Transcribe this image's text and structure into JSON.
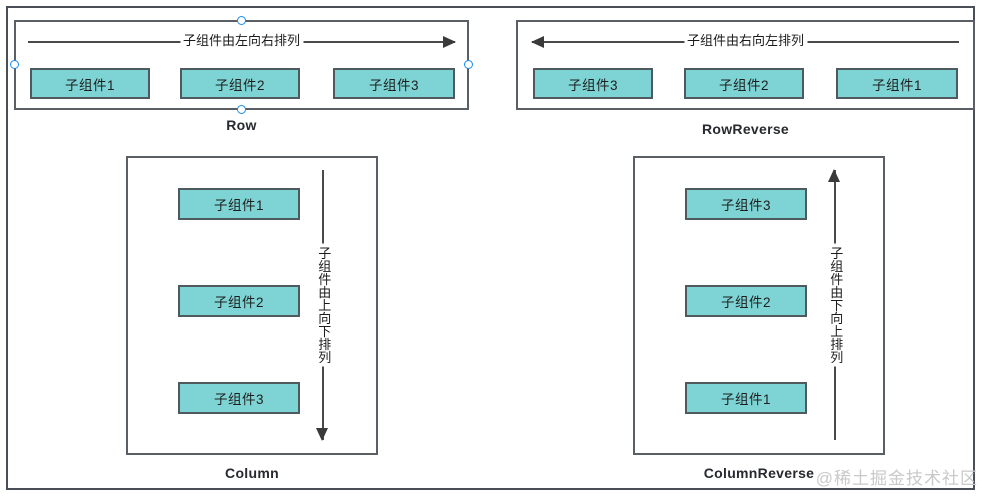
{
  "page": {
    "watermark": "@稀土掘金技术社区",
    "background": "#ffffff",
    "frame_color": "#4a4f57",
    "box_fill": "#7ed4d4",
    "box_border": "#4f5a5e",
    "handle_color": "#1b8cf0"
  },
  "sections": {
    "row": {
      "label": "Row",
      "caption": "子组件由左向右排列",
      "direction": "right",
      "boxes": [
        "子组件1",
        "子组件2",
        "子组件3"
      ]
    },
    "row_reverse": {
      "label": "RowReverse",
      "caption": "子组件由右向左排列",
      "direction": "left",
      "boxes": [
        "子组件3",
        "子组件2",
        "子组件1"
      ]
    },
    "column": {
      "label": "Column",
      "caption": "子组件由上向下排列",
      "direction": "down",
      "boxes": [
        "子组件1",
        "子组件2",
        "子组件3"
      ]
    },
    "column_reverse": {
      "label": "ColumnReverse",
      "caption": "子组件由下向上排列",
      "direction": "up",
      "boxes": [
        "子组件3",
        "子组件2",
        "子组件1"
      ]
    }
  }
}
